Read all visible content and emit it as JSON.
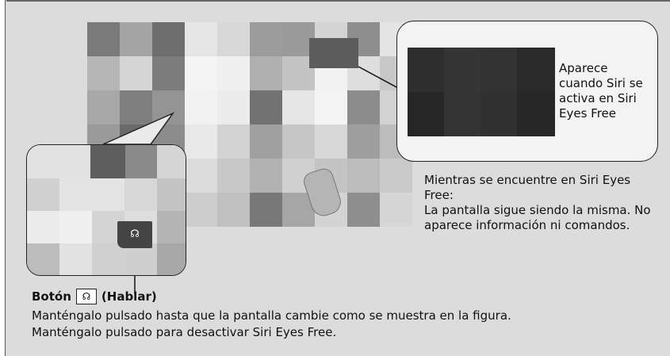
{
  "callout": {
    "screen_text": "Aparece cuando Siri se activa en Siri Eyes Free"
  },
  "note": {
    "line1": "Mientras se encuentre en Siri Eyes Free:",
    "line2": "La pantalla sigue siendo la misma. No aparece información ni comandos."
  },
  "talk_button": {
    "prefix": "Botón",
    "icon": "talk-icon",
    "glyph": "☊",
    "suffix": "(Hablar)"
  },
  "description": {
    "line1": "Manténgalo pulsado hasta que la pantalla cambie como se muestra en la figura.",
    "line2": "Manténgalo pulsado para desactivar Siri Eyes Free."
  },
  "colors": {
    "background": "#dcdcdc",
    "callout_screen": "#2b2b2b",
    "outline": "#222222"
  }
}
